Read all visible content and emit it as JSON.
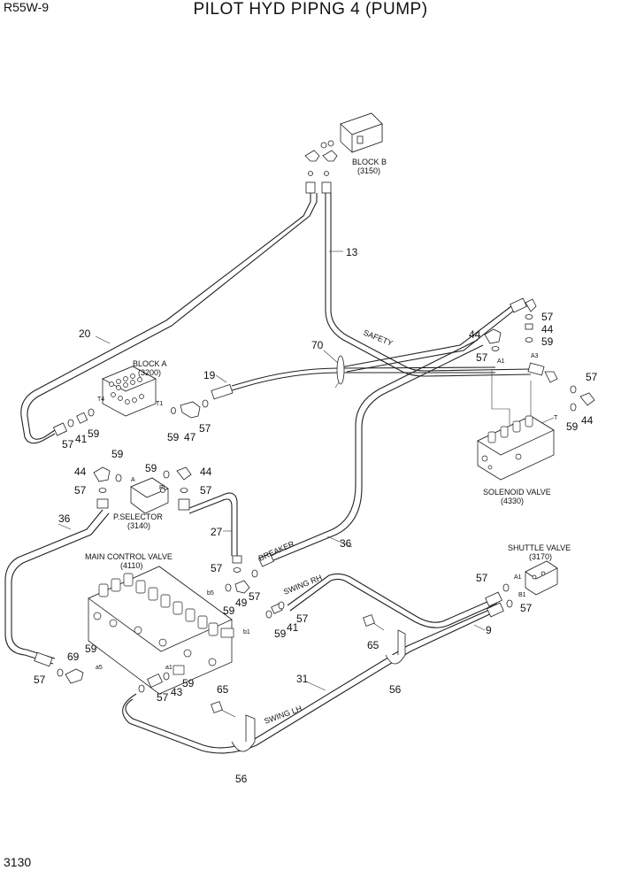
{
  "header": {
    "model": "R55W-9",
    "title": "PILOT HYD PIPNG 4 (PUMP)",
    "page_number": "3130"
  },
  "components": {
    "block_b": {
      "name": "BLOCK B",
      "code": "(3150)"
    },
    "block_a": {
      "name": "BLOCK A",
      "code": "(3200)"
    },
    "p_selector": {
      "name": "P.SELECTOR",
      "code": "(3140)"
    },
    "main_control_valve": {
      "name": "MAIN CONTROL VALVE",
      "code": "(4110)"
    },
    "solenoid_valve": {
      "name": "SOLENOID VALVE",
      "code": "(4330)"
    },
    "shuttle_valve": {
      "name": "SHUTTLE VALVE",
      "code": "(3170)"
    }
  },
  "line_labels": {
    "safety": "SAFETY",
    "breaker": "BREAKER",
    "swing_rh": "SWING  RH",
    "swing_lh": "SWING  LH"
  },
  "port_labels": {
    "t4": "T4",
    "t1": "T1",
    "a": "A",
    "pi": "Pi",
    "a1_sol": "A1",
    "a3": "A3",
    "t_sol": "T",
    "a1_sh": "A1",
    "b1_sh": "B1",
    "b5": "b5",
    "b1": "b1",
    "a1": "a1",
    "a5": "a5"
  },
  "callouts": [
    {
      "id": "c20",
      "text": "20"
    },
    {
      "id": "c13",
      "text": "13"
    },
    {
      "id": "c70",
      "text": "70"
    },
    {
      "id": "c19",
      "text": "19"
    },
    {
      "id": "c57a",
      "text": "57"
    },
    {
      "id": "c44a",
      "text": "44"
    },
    {
      "id": "c59a",
      "text": "59"
    },
    {
      "id": "c44b",
      "text": "44"
    },
    {
      "id": "c57b",
      "text": "57"
    },
    {
      "id": "c57c",
      "text": "57"
    },
    {
      "id": "c44c",
      "text": "44"
    },
    {
      "id": "c59b",
      "text": "59"
    },
    {
      "id": "c57d",
      "text": "57"
    },
    {
      "id": "c41a",
      "text": "41"
    },
    {
      "id": "c59c",
      "text": "59"
    },
    {
      "id": "c59d",
      "text": "59"
    },
    {
      "id": "c47",
      "text": "47"
    },
    {
      "id": "c57e",
      "text": "57"
    },
    {
      "id": "c44d",
      "text": "44"
    },
    {
      "id": "c59e",
      "text": "59"
    },
    {
      "id": "c57f",
      "text": "57"
    },
    {
      "id": "c59f",
      "text": "59"
    },
    {
      "id": "c44e",
      "text": "44"
    },
    {
      "id": "c57g",
      "text": "57"
    },
    {
      "id": "c36a",
      "text": "36"
    },
    {
      "id": "c27",
      "text": "27"
    },
    {
      "id": "c36b",
      "text": "36"
    },
    {
      "id": "c57h",
      "text": "57"
    },
    {
      "id": "c59g",
      "text": "59"
    },
    {
      "id": "c49",
      "text": "49"
    },
    {
      "id": "c57i",
      "text": "57"
    },
    {
      "id": "c57j",
      "text": "57"
    },
    {
      "id": "c59h",
      "text": "59"
    },
    {
      "id": "c41b",
      "text": "41"
    },
    {
      "id": "c57k",
      "text": "57"
    },
    {
      "id": "c57l",
      "text": "57"
    },
    {
      "id": "c9",
      "text": "9"
    },
    {
      "id": "c65a",
      "text": "65"
    },
    {
      "id": "c56a",
      "text": "56"
    },
    {
      "id": "c59i",
      "text": "59"
    },
    {
      "id": "c69",
      "text": "69"
    },
    {
      "id": "c57m",
      "text": "57"
    },
    {
      "id": "c59j",
      "text": "59"
    },
    {
      "id": "c57n",
      "text": "57"
    },
    {
      "id": "c43",
      "text": "43"
    },
    {
      "id": "c31",
      "text": "31"
    },
    {
      "id": "c65b",
      "text": "65"
    },
    {
      "id": "c56b",
      "text": "56"
    }
  ]
}
